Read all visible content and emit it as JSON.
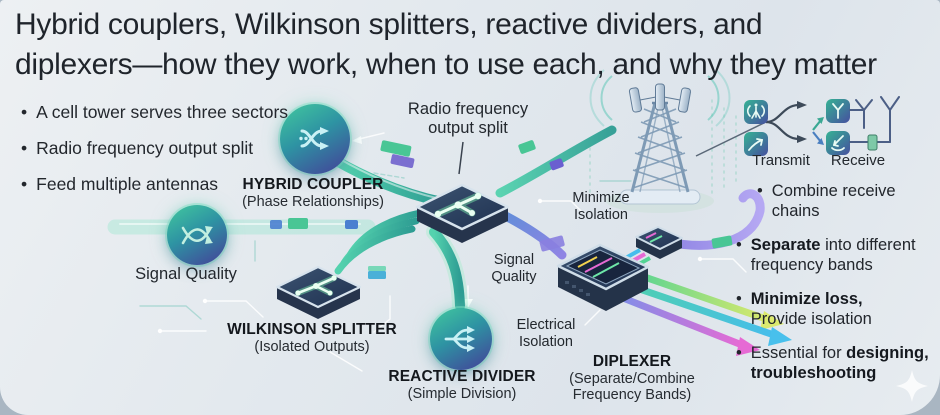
{
  "title": {
    "line1": "Hybrid couplers, Wilkinson splitters, reactive dividers, and",
    "line2": "diplexers—how they work, when to use each, and why they matter"
  },
  "bullet_char": "•",
  "left_bullets": [
    "A cell tower serves three sectors",
    "Radio frequency output split",
    "Feed multiple antennas"
  ],
  "right_bullets": [
    {
      "segments": [
        {
          "text": "Combine receive chains",
          "bold": false
        }
      ]
    },
    {
      "segments": [
        {
          "text": "Separate",
          "bold": true
        },
        {
          "text": " into different frequency bands",
          "bold": false
        }
      ]
    },
    {
      "segments": [
        {
          "text": "Minimize loss,",
          "bold": true
        },
        {
          "text": " Provide isolation",
          "bold": false
        }
      ]
    },
    {
      "segments": [
        {
          "text": "Essential for ",
          "bold": false
        },
        {
          "text": "designing, troubleshooting",
          "bold": true
        }
      ]
    }
  ],
  "components": {
    "hybrid_coupler": {
      "label": "HYBRID COUPLER",
      "sublabel": "(Phase Relationships)"
    },
    "wilkinson_splitter": {
      "label": "WILKINSON SPLITTER",
      "sublabel": "(Isolated Outputs)"
    },
    "reactive_divider": {
      "label": "REACTIVE DIVIDER",
      "sublabel": "(Simple Division)"
    },
    "diplexer": {
      "label": "DIPLEXER",
      "sublabel_line1": "(Separate/Combine",
      "sublabel_line2": "Frequency Bands)"
    }
  },
  "annotations": {
    "signal_quality_left": "Signal Quality",
    "rf_output_split_line1": "Radio frequency",
    "rf_output_split_line2": "output split",
    "minimize_isolation_line1": "Minimize",
    "minimize_isolation_line2": "Isolation",
    "signal_quality_center_line1": "Signal",
    "signal_quality_center_line2": "Quality",
    "electrical_isolation_line1": "Electrical",
    "electrical_isolation_line2": "Isolation",
    "transmit": "Transmit",
    "receive": "Receive"
  },
  "icons": {
    "hybrid_coupler": "crossed-arrows-icon",
    "signal_quality": "crossing-curves-icon",
    "reactive_divider": "split-arrows-icon",
    "transmit_antenna": "broadcast-antenna-icon",
    "transmit_arrow": "curved-up-arrow-icon",
    "receive_antenna": "antenna-icon",
    "receive_arrow": "incoming-arrow-icon",
    "tower": "cell-tower",
    "watermark": "sparkle-watermark"
  },
  "colors": {
    "teal": "#3ec3a6",
    "indigo": "#443e98",
    "purple_tube": "#9c8fe8",
    "arrow_green": "#bfe26a",
    "arrow_cyan": "#4fc6ea",
    "arrow_pink": "#e66ad4",
    "card_background": "#e3e9ee",
    "text": "#22262c"
  }
}
